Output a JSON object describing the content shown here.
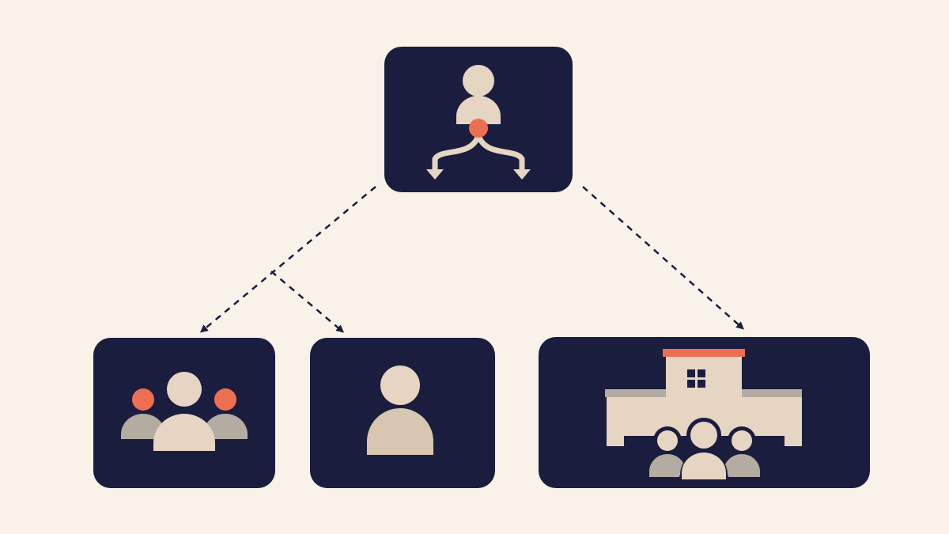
{
  "colors": {
    "background": "#f8f2e9",
    "card": "#1b1d3e",
    "beige": "#e5d5c2",
    "gray": "#b4aba1",
    "accent": "#ec6f52",
    "connector": "#1b1d3e"
  },
  "nodes": [
    {
      "id": "root",
      "icon": "person-branching-arrows-icon"
    },
    {
      "id": "group",
      "icon": "group-people-icon"
    },
    {
      "id": "individual",
      "icon": "single-person-icon"
    },
    {
      "id": "organization",
      "icon": "building-with-people-icon"
    }
  ],
  "edges": [
    {
      "from": "root",
      "to": "group"
    },
    {
      "from": "root",
      "to": "individual"
    },
    {
      "from": "root",
      "to": "organization"
    }
  ]
}
